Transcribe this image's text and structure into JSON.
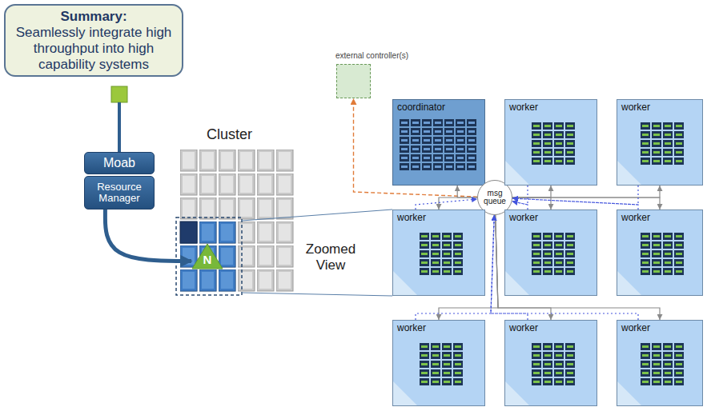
{
  "diagram": {
    "nodes": [
      {
        "text": [
          "Summary:",
          "Seamlessly integrate high throughput into high capability systems"
        ]
      },
      {
        "text": [
          "Moab"
        ]
      },
      {
        "text": [
          "Resource Manager"
        ]
      },
      {
        "text": [
          "N"
        ]
      },
      {
        "text": [
          "external controller(s)"
        ]
      },
      {
        "text": [
          "coordinator"
        ]
      },
      {
        "text": [
          "msg queue"
        ]
      },
      {
        "text": [
          "worker"
        ]
      },
      {
        "text": [
          "worker"
        ]
      },
      {
        "text": [
          "worker"
        ]
      },
      {
        "text": [
          "worker"
        ]
      },
      {
        "text": [
          "worker"
        ]
      },
      {
        "text": [
          "worker"
        ]
      },
      {
        "text": [
          "worker"
        ]
      },
      {
        "text": [
          "worker"
        ]
      }
    ],
    "edges": [
      {
        "from": 2,
        "to": 3,
        "arrow": "to"
      },
      {
        "from": 6,
        "to": 4,
        "arrow": "to"
      },
      {
        "from": 6,
        "to": 5,
        "arrow": "to"
      },
      {
        "from": 6,
        "to": 7,
        "arrow": "to"
      },
      {
        "from": 6,
        "to": 8,
        "arrow": "to"
      },
      {
        "from": 6,
        "to": 9,
        "arrow": "to"
      },
      {
        "from": 6,
        "to": 10,
        "arrow": "to"
      },
      {
        "from": 6,
        "to": 11,
        "arrow": "to"
      },
      {
        "from": 6,
        "to": 12,
        "arrow": "to"
      },
      {
        "from": 6,
        "to": 13,
        "arrow": "to"
      },
      {
        "from": 6,
        "to": 14,
        "arrow": "to"
      },
      {
        "from": 7,
        "to": 6,
        "arrow": "to"
      },
      {
        "from": 8,
        "to": 6,
        "arrow": "to"
      },
      {
        "from": 9,
        "to": 6,
        "arrow": "to"
      },
      {
        "from": 10,
        "to": 6,
        "arrow": "to"
      },
      {
        "from": 11,
        "to": 6,
        "arrow": "to"
      },
      {
        "from": 12,
        "to": 6,
        "arrow": "to"
      },
      {
        "from": 13,
        "to": 6,
        "arrow": "to"
      },
      {
        "from": 14,
        "to": 6,
        "arrow": "to"
      }
    ],
    "labels": [
      "Cluster",
      "Zoomed View"
    ]
  }
}
